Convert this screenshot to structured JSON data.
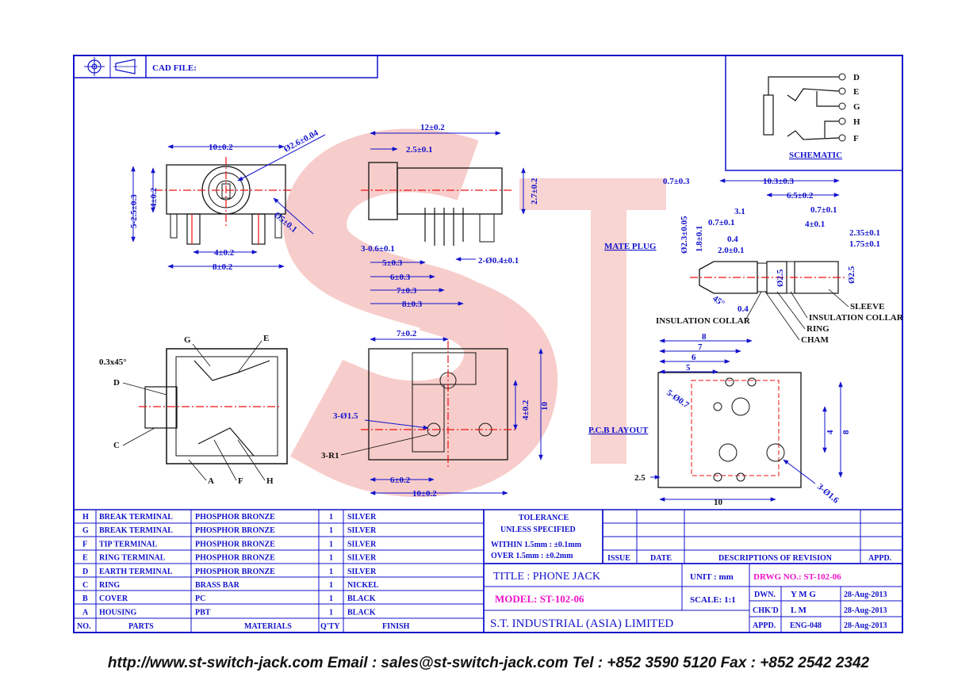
{
  "colors": {
    "line": "#1111cc",
    "center": "#ee1111",
    "accent": "#ee11cc",
    "part": "#cc3300",
    "text": "#111111"
  },
  "header": {
    "cad_label": "CAD FILE:"
  },
  "schematic": {
    "pins": [
      "D",
      "E",
      "G",
      "H",
      "F"
    ],
    "title": "SCHEMATIC"
  },
  "front_view": {
    "dims": [
      "10±0.2",
      "Ø2.6±0.04",
      "5-2.5±0.3",
      "4±0.2",
      "Ø5±0.1",
      "4±0.2",
      "8±0.2"
    ]
  },
  "side_view": {
    "dims": [
      "12±0.2",
      "2.5±0.1",
      "2.7±0.2",
      "3-0.6±0.1",
      "5±0.3",
      "2-Ø0.4±0.1",
      "6±0.3",
      "7±0.3",
      "8±0.3"
    ]
  },
  "internal_view": {
    "labels": [
      "G",
      "E",
      "0.3x45°",
      "D",
      "C",
      "A",
      "F",
      "H"
    ]
  },
  "top_view": {
    "dims": [
      "7±0.2",
      "3-Ø1.5",
      "4±0.2",
      "10",
      "3-R1",
      "6±0.2",
      "10±0.2"
    ]
  },
  "mate_plug": {
    "title": "MATE PLUG",
    "dims": [
      "0.7±0.3",
      "10.3±0.3",
      "3.1",
      "6.5±0.2",
      "0.7±0.1",
      "0.7±0.1",
      "4±0.1",
      "Ø2.3±0.05",
      "1.8±0.1",
      "0.4",
      "2.0±0.1",
      "2.35±0.1",
      "1.75±0.1",
      "Ø2.5",
      "Ø2.5",
      "45°",
      "0.4"
    ],
    "labels": [
      "SLEEVE",
      "INSULATION COLLAR",
      "INSULATION COLLAR",
      "RING",
      "CHAM"
    ]
  },
  "pcb_layout": {
    "title": "P.C.B LAYOUT",
    "dims": [
      "8",
      "7",
      "6",
      "5",
      "5-Ø0.7",
      "4",
      "8",
      "2.5",
      "10",
      "3-Ø1.6"
    ]
  },
  "bom": {
    "rows": [
      {
        "id": "H",
        "part": "BREAK TERMINAL",
        "material": "PHOSPHOR BRONZE",
        "qty": "1",
        "finish": "SILVER"
      },
      {
        "id": "G",
        "part": "BREAK TERMINAL",
        "material": "PHOSPHOR BRONZE",
        "qty": "1",
        "finish": "SILVER"
      },
      {
        "id": "F",
        "part": "TIP TERMINAL",
        "material": "PHOSPHOR BRONZE",
        "qty": "1",
        "finish": "SILVER"
      },
      {
        "id": "E",
        "part": "RING TERMINAL",
        "material": "PHOSPHOR BRONZE",
        "qty": "1",
        "finish": "SILVER"
      },
      {
        "id": "D",
        "part": "EARTH TERMINAL",
        "material": "PHOSPHOR BRONZE",
        "qty": "1",
        "finish": "SILVER"
      },
      {
        "id": "C",
        "part": "RING",
        "material": "BRASS BAR",
        "qty": "1",
        "finish": "NICKEL"
      },
      {
        "id": "B",
        "part": "COVER",
        "material": "PC",
        "qty": "1",
        "finish": "BLACK"
      },
      {
        "id": "A",
        "part": "HOUSING",
        "material": "PBT",
        "qty": "1",
        "finish": "BLACK"
      }
    ],
    "headers": {
      "no": "NO.",
      "parts": "PARTS",
      "materials": "MATERIALS",
      "qty": "Q'TY",
      "finish": "FINISH"
    }
  },
  "tolerance": {
    "line1": "TOLERANCE",
    "line2": "UNLESS   SPECIFIED",
    "within": "WITHIN  1.5mm : ±0.1mm",
    "over": "OVER    1.5mm : ±0.2mm"
  },
  "revision": {
    "issue": "ISSUE",
    "date": "DATE",
    "desc": "DESCRIPTIONS  OF  REVISION",
    "appd": "APPD."
  },
  "title_block": {
    "title": "TITLE : PHONE JACK",
    "unit": "UNIT :   mm",
    "drwg": "DRWG NO.: ST-102-06",
    "model": "MODEL: ST-102-06",
    "scale": "SCALE:   1:1",
    "dwn_label": "DWN.",
    "dwn": "Y M G",
    "dwn_date": "28-Aug-2013",
    "chkd_label": "CHK'D",
    "chkd": "L M",
    "chkd_date": "28-Aug-2013",
    "appd_label": "APPD.",
    "appd": "ENG-048",
    "appd_date": "28-Aug-2013",
    "company": "S.T.  INDUSTRIAL  (ASIA)  LIMITED"
  },
  "footer": {
    "text": "http://www.st-switch-jack.com  Email : sales@st-switch-jack.com  Tel : +852 3590 5120  Fax : +852 2542 2342"
  }
}
